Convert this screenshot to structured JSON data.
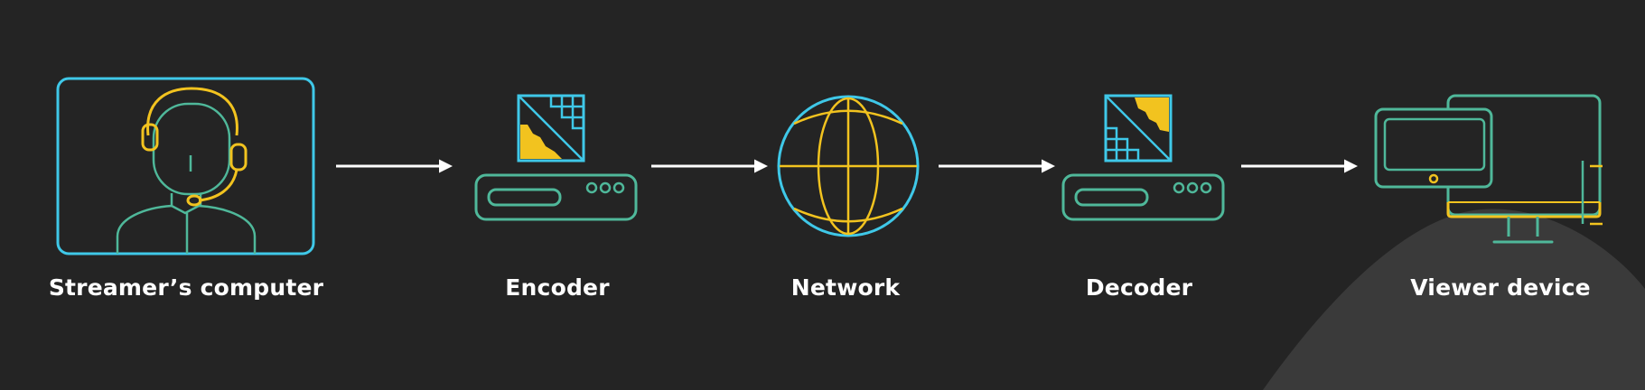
{
  "colors": {
    "background": "#242424",
    "curve": "#3a3a3a",
    "cyan": "#3fc8e8",
    "yellow": "#f2c31f",
    "green": "#4fb89a",
    "arrow": "#ffffff",
    "label": "#ffffff"
  },
  "pipeline": {
    "nodes": [
      {
        "id": "streamer",
        "label": "Streamer’s computer",
        "icon": "streamer-computer-icon"
      },
      {
        "id": "encoder",
        "label": "Encoder",
        "icon": "encoder-icon"
      },
      {
        "id": "network",
        "label": "Network",
        "icon": "globe-icon"
      },
      {
        "id": "decoder",
        "label": "Decoder",
        "icon": "decoder-icon"
      },
      {
        "id": "viewer",
        "label": "Viewer device",
        "icon": "viewer-device-icon"
      }
    ],
    "arrows": [
      "streamer-to-encoder",
      "encoder-to-network",
      "network-to-decoder",
      "decoder-to-viewer"
    ]
  }
}
